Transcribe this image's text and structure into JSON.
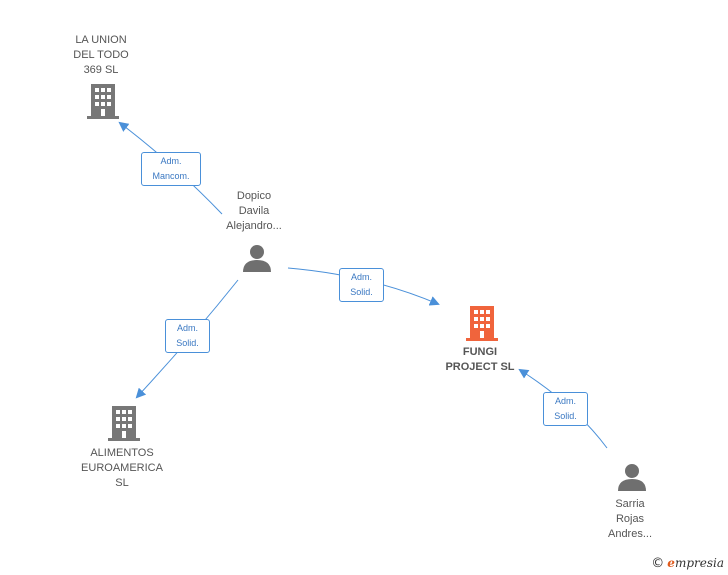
{
  "nodes": {
    "la_union": {
      "label": "LA UNION\nDEL TODO\n369  SL",
      "type": "company"
    },
    "dopico": {
      "label": "Dopico\nDavila\nAlejandro...",
      "type": "person"
    },
    "fungi": {
      "label": "FUNGI\nPROJECT  SL",
      "type": "company-main"
    },
    "alimentos": {
      "label": "ALIMENTOS\nEUROAMERICA\nSL",
      "type": "company"
    },
    "sarria": {
      "label": "Sarria\nRojas\nAndres...",
      "type": "person"
    }
  },
  "edges": {
    "dopico_la_union": "Adm.\nMancom.",
    "dopico_fungi": "Adm.\nSolid.",
    "dopico_alimentos": "Adm.\nSolid.",
    "sarria_fungi": "Adm.\nSolid."
  },
  "colors": {
    "company_icon": "#777777",
    "main_company_icon": "#f0643c",
    "person_icon": "#6f6f6f",
    "edge": "#4a90d9"
  },
  "brand": {
    "copyright": "©",
    "name_first": "e",
    "name_rest": "mpresia"
  }
}
